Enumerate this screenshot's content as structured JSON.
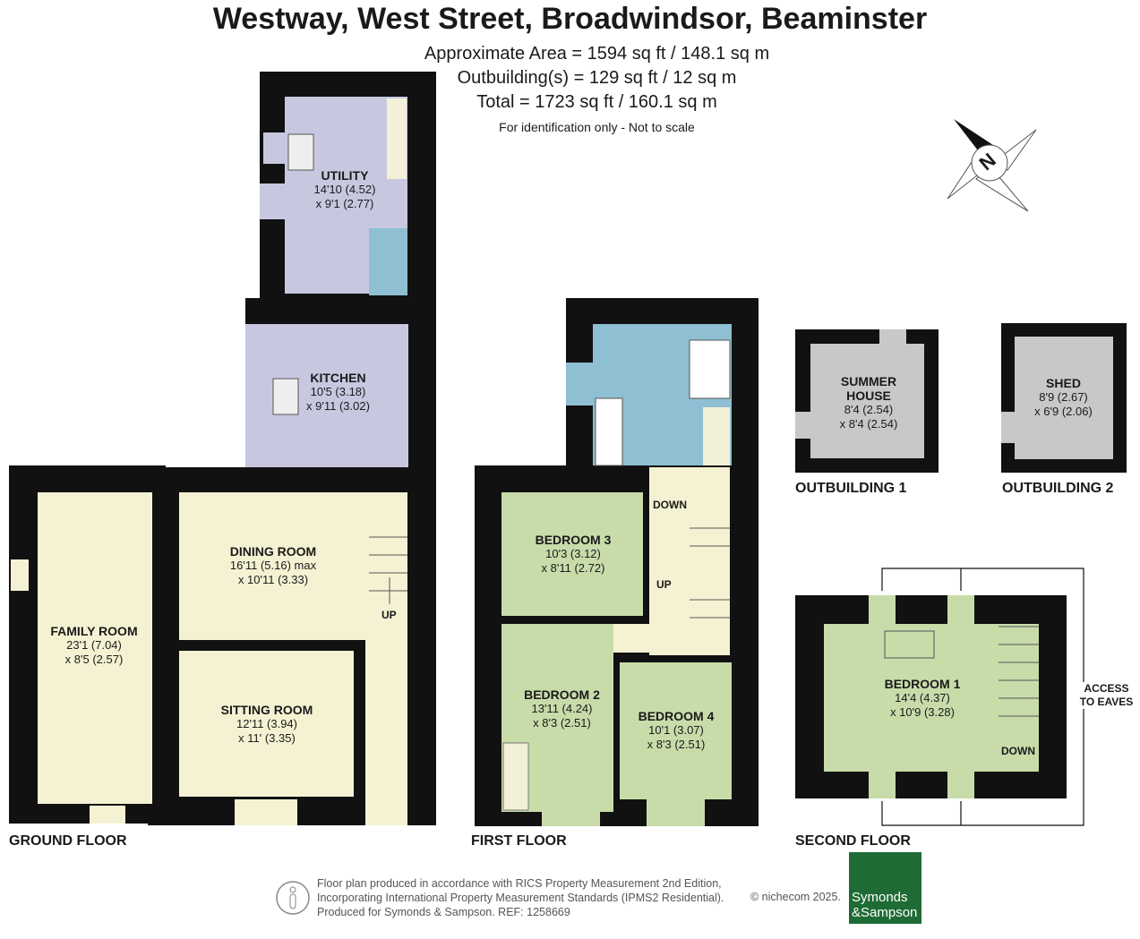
{
  "header": {
    "title": "Westway, West Street, Broadwindsor, Beaminster",
    "area_line": "Approximate Area = 1594 sq ft / 148.1 sq m",
    "outbuilding_line": "Outbuilding(s) = 129 sq ft / 12 sq m",
    "total_line": "Total = 1723 sq ft / 160.1 sq m",
    "note": "For identification only - Not to scale"
  },
  "compass": {
    "letter": "N"
  },
  "floors": {
    "ground": "GROUND FLOOR",
    "first": "FIRST FLOOR",
    "second": "SECOND FLOOR",
    "out1": "OUTBUILDING 1",
    "out2": "OUTBUILDING 2"
  },
  "rooms": {
    "utility": {
      "name": "UTILITY",
      "dim1": "14'10 (4.52)",
      "dim2": "x 9'1 (2.77)"
    },
    "kitchen": {
      "name": "KITCHEN",
      "dim1": "10'5 (3.18)",
      "dim2": "x 9'11 (3.02)"
    },
    "dining": {
      "name": "DINING ROOM",
      "dim1": "16'11 (5.16) max",
      "dim2": "x 10'11 (3.33)"
    },
    "family": {
      "name": "FAMILY ROOM",
      "dim1": "23'1 (7.04)",
      "dim2": "x 8'5 (2.57)"
    },
    "sitting": {
      "name": "SITTING ROOM",
      "dim1": "12'11 (3.94)",
      "dim2": "x 11' (3.35)"
    },
    "bed3": {
      "name": "BEDROOM 3",
      "dim1": "10'3 (3.12)",
      "dim2": "x 8'11 (2.72)"
    },
    "bed2": {
      "name": "BEDROOM 2",
      "dim1": "13'11 (4.24)",
      "dim2": "x 8'3 (2.51)"
    },
    "bed4": {
      "name": "BEDROOM 4",
      "dim1": "10'1 (3.07)",
      "dim2": "x 8'3 (2.51)"
    },
    "summer": {
      "name1": "SUMMER",
      "name2": "HOUSE",
      "dim1": "8'4 (2.54)",
      "dim2": "x 8'4 (2.54)"
    },
    "shed": {
      "name": "SHED",
      "dim1": "8'9 (2.67)",
      "dim2": "x 6'9 (2.06)"
    },
    "bed1": {
      "name": "BEDROOM 1",
      "dim1": "14'4 (4.37)",
      "dim2": "x 10'9 (3.28)"
    }
  },
  "stairs": {
    "up": "UP",
    "down": "DOWN"
  },
  "eaves": {
    "line1": "ACCESS",
    "line2": "TO EAVES"
  },
  "footer": {
    "line1": "Floor plan produced in accordance with RICS Property Measurement 2nd Edition,",
    "line2": "Incorporating International Property Measurement Standards (IPMS2 Residential).",
    "line3": "Produced for Symonds & Sampson.   REF:  1258669",
    "copyright": "© nichecom 2025.",
    "brand1": "Symonds",
    "brand2": "&Sampson"
  },
  "colors": {
    "wall": "#111111",
    "utility_kitchen": "#c7c8e0",
    "ground_rooms": "#f5f2d3",
    "first_rooms": "#c8dcaa",
    "bathroom": "#8fbfd3",
    "outbuildings": "#c9c7c7",
    "brand_green": "#1f6b35"
  }
}
